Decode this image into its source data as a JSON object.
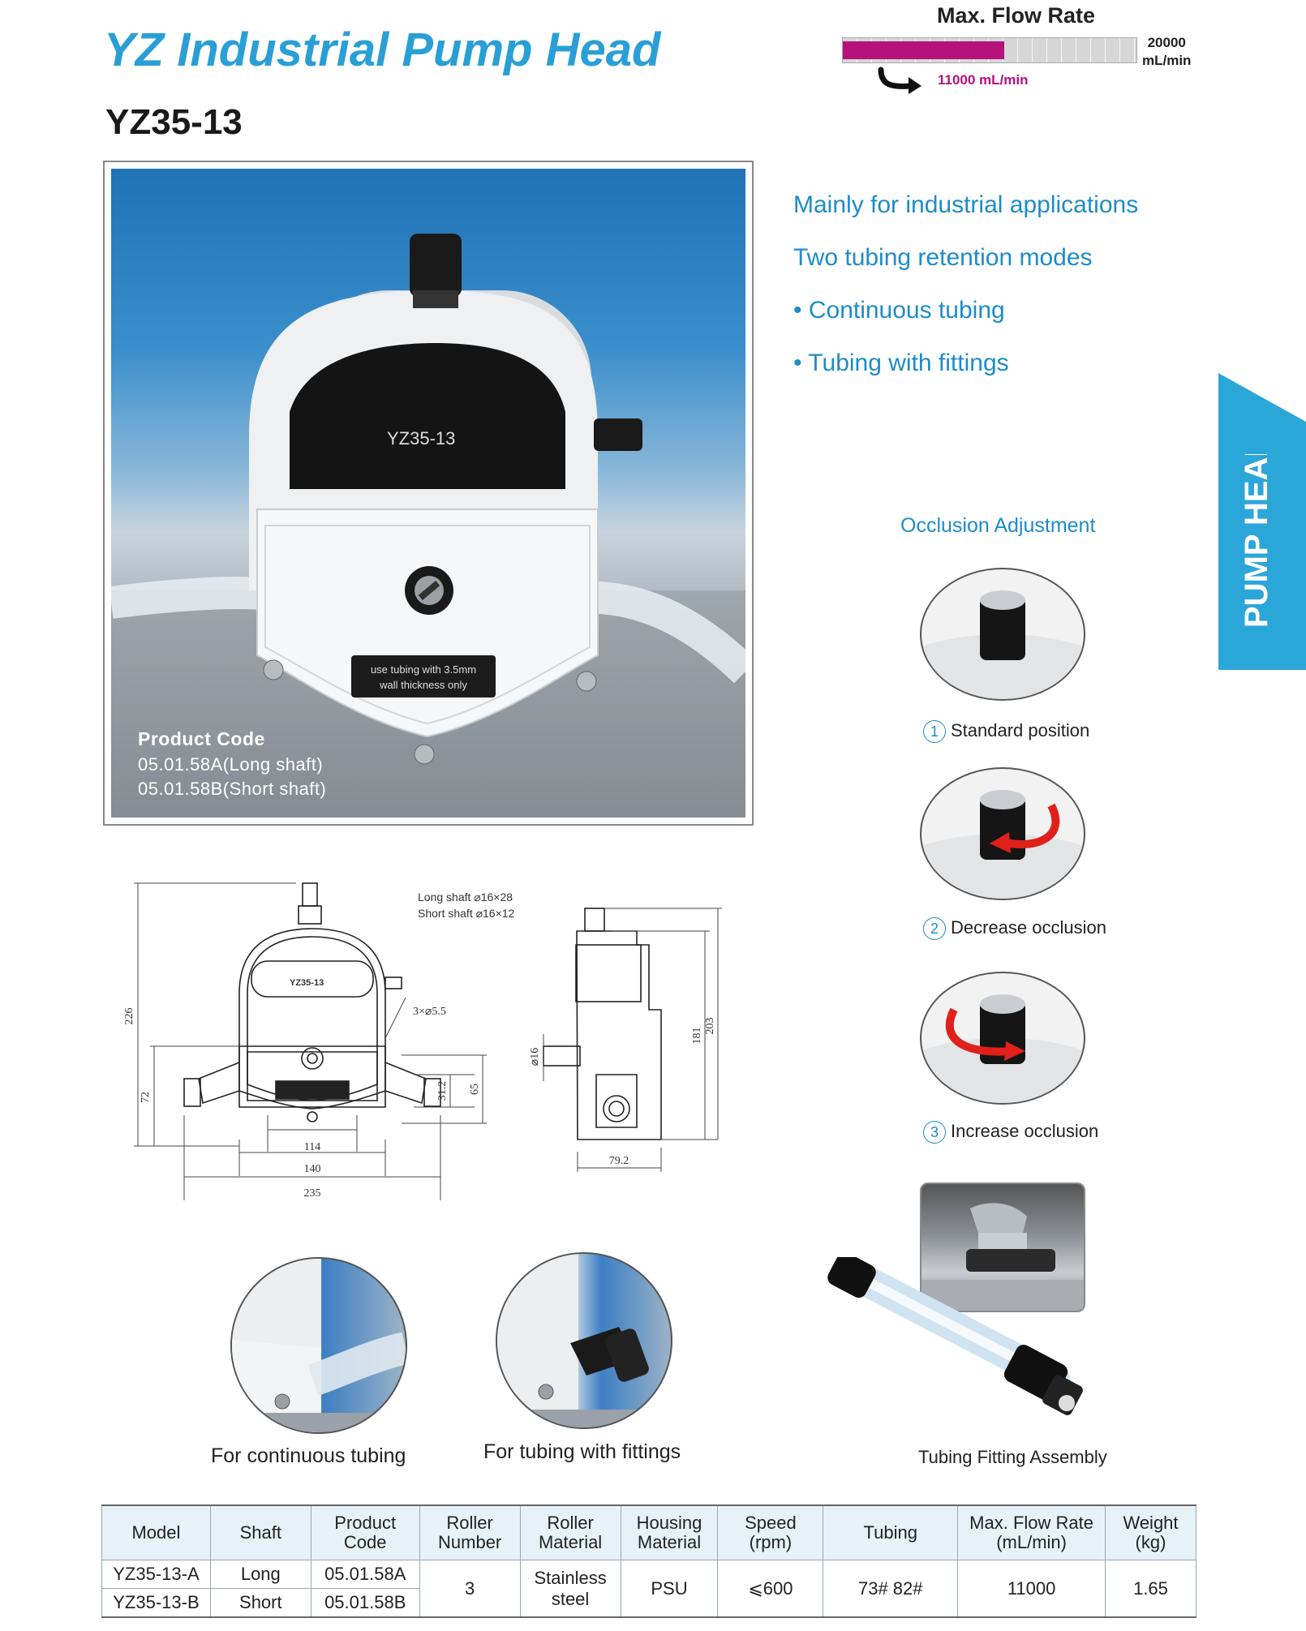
{
  "header": {
    "title": "YZ Industrial Pump Head",
    "model": "YZ35-13"
  },
  "flow_rate": {
    "label": "Max. Flow Rate",
    "max_value": "20000",
    "max_unit": "mL/min",
    "current": "11000 mL/min",
    "fill_fraction": 0.55,
    "accent_color": "#b5127d"
  },
  "product_photo": {
    "housing_label": "YZ35-13",
    "warning_line1": "use tubing with 3.5mm",
    "warning_line2": "wall thickness only",
    "code_label": "Product Code",
    "code_a": "05.01.58A(Long shaft)",
    "code_b": "05.01.58B(Short shaft)"
  },
  "features": [
    "Mainly for industrial applications",
    "Two tubing retention modes",
    "• Continuous tubing",
    "• Tubing with fittings"
  ],
  "side_tab": {
    "label": "PUMP HEADS",
    "color": "#2ba6d9"
  },
  "occlusion": {
    "title": "Occlusion Adjustment",
    "steps": [
      {
        "num": "1",
        "label": "Standard position"
      },
      {
        "num": "2",
        "label": "Decrease occlusion"
      },
      {
        "num": "3",
        "label": "Increase occlusion"
      }
    ]
  },
  "drawing": {
    "shaft_long": "Long shaft  ⌀16×28",
    "shaft_short": "Short shaft ⌀16×12",
    "holes": "3×⌀5.5",
    "housing_label": "YZ35-13",
    "dims": {
      "d226": "226",
      "d72": "72",
      "d31": "31.2",
      "d65": "65",
      "d114": "114",
      "d140": "140",
      "d235": "235",
      "d16": "⌀16",
      "d181": "181",
      "d203": "203",
      "d79": "79.2"
    }
  },
  "details": {
    "continuous": "For continuous tubing",
    "fittings": "For tubing with fittings",
    "assembly": "Tubing Fitting Assembly"
  },
  "table": {
    "headers": [
      [
        "Model"
      ],
      [
        "Shaft"
      ],
      [
        "Product",
        "Code"
      ],
      [
        "Roller",
        "Number"
      ],
      [
        "Roller",
        "Material"
      ],
      [
        "Housing",
        "Material"
      ],
      [
        "Speed",
        "(rpm)"
      ],
      [
        "Tubing"
      ],
      [
        "Max. Flow Rate",
        "(mL/min)"
      ],
      [
        "Weight",
        "(kg)"
      ]
    ],
    "rows": [
      {
        "model": "YZ35-13-A",
        "shaft": "Long",
        "code": "05.01.58A"
      },
      {
        "model": "YZ35-13-B",
        "shaft": "Short",
        "code": "05.01.58B"
      }
    ],
    "shared": {
      "roller_number": "3",
      "roller_material_1": "Stainless",
      "roller_material_2": "steel",
      "housing_material": "PSU",
      "speed": "⩽600",
      "tubing": "73# 82#",
      "max_flow": "11000",
      "weight": "1.65"
    }
  }
}
